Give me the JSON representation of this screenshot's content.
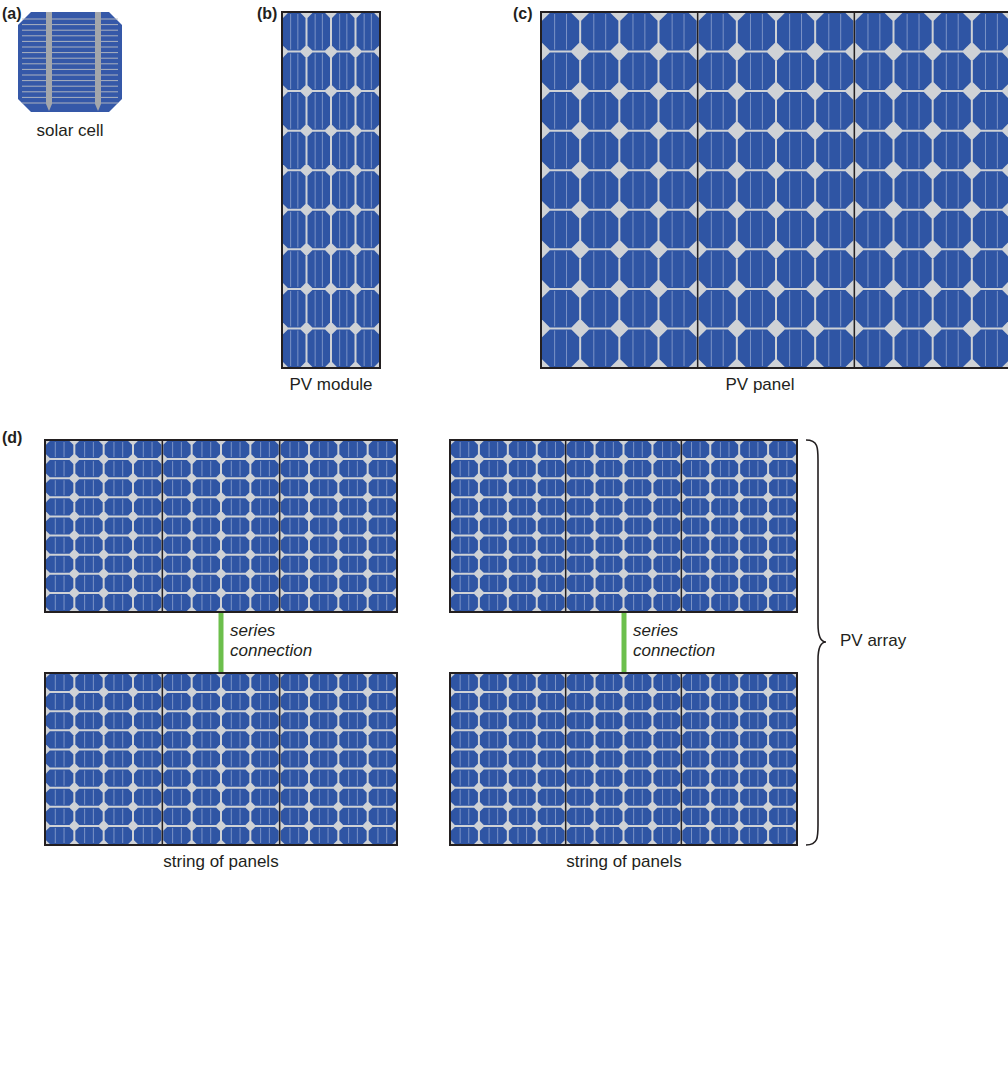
{
  "diagram": {
    "labels": [
      "(a)",
      "solar cell",
      "(b)",
      "PV module",
      "(c)",
      "PV panel",
      "(d)",
      "series connection",
      "series connection",
      "string of panels",
      "string of panels",
      "PV array"
    ]
  }
}
